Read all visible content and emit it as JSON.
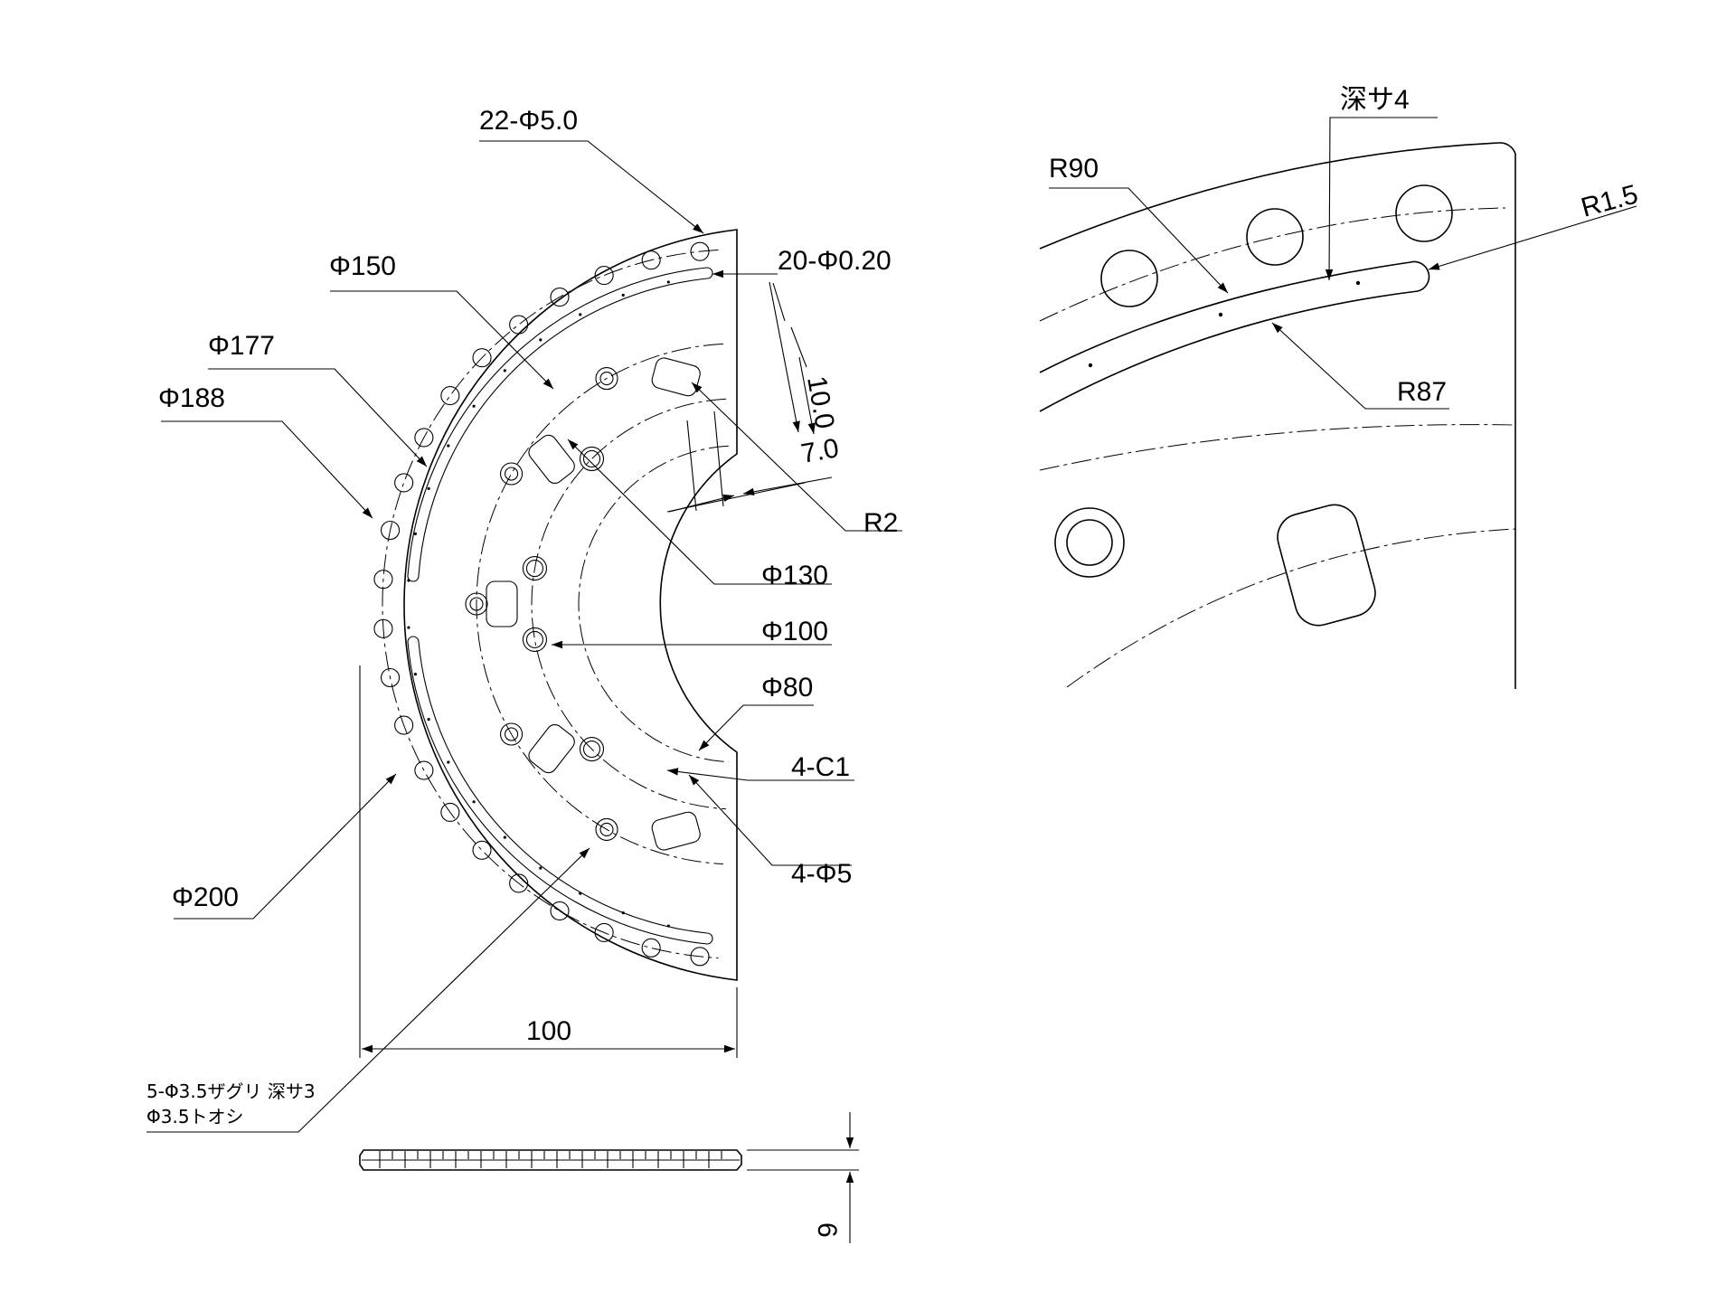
{
  "labels": {
    "holes_22": "22-Φ5.0",
    "phi150": "Φ150",
    "phi177": "Φ177",
    "phi188": "Φ188",
    "phi130": "Φ130",
    "phi100": "Φ100",
    "phi80": "Φ80",
    "phi200": "Φ200",
    "grooves_20": "20-Φ0.20",
    "dim_10": "10.0",
    "dim_7": "7.0",
    "r2": "R2",
    "chamfer": "4-C1",
    "holes_4": "4-Φ5",
    "width_100": "100",
    "counterbore_line1": "5-Φ3.5ザグリ 深サ3",
    "counterbore_line2": "Φ3.5トオシ",
    "thickness": "6",
    "r90": "R90",
    "depth4": "深サ4",
    "r15": "R1.5",
    "r87": "R87"
  }
}
